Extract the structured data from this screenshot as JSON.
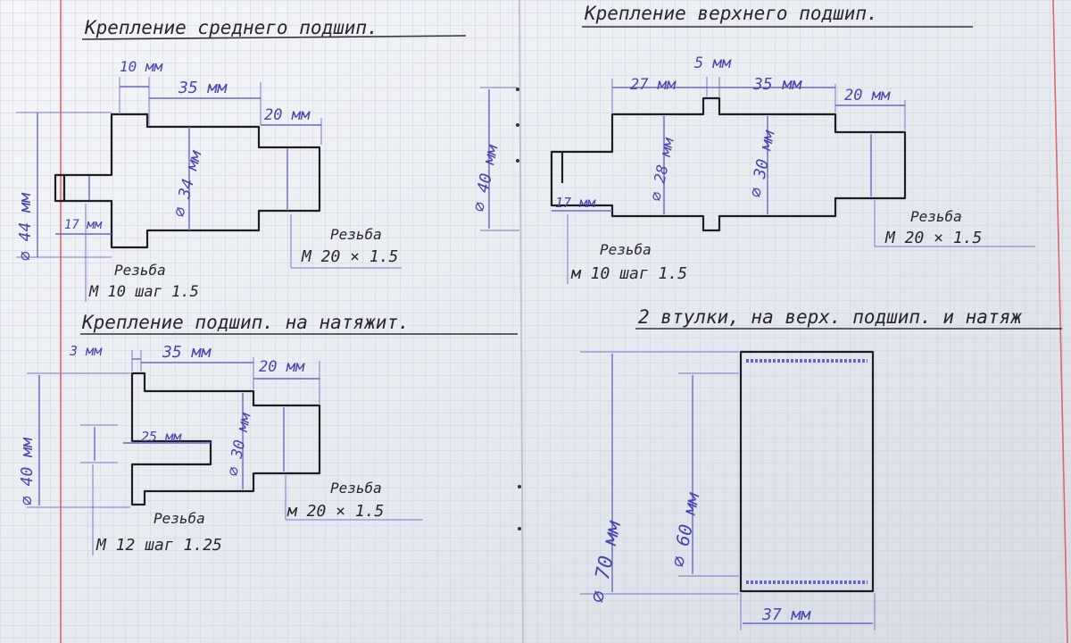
{
  "colors": {
    "paper": "#e9ecf1",
    "grid": "#c6cbd8",
    "margin_line": "#e0646e",
    "ink": "#1d1d24",
    "dimension_ink": "#6a66c8"
  },
  "titles": {
    "middle": "Крепление среднего подшип.",
    "upper": "Крепление верхнего подшип.",
    "tension": "Крепление подшип. на натяжит.",
    "bushings": "2 втулки, на верх. подшип. и натяж"
  },
  "middle": {
    "d10": "10 мм",
    "d35": "35 мм",
    "d20": "20 мм",
    "dia44": "∅ 44 мм",
    "dia34": "∅ 34 мм",
    "d17": "17 мм",
    "thread_left_1": "Резьба",
    "thread_left_2": "М 10 шаг 1.5",
    "thread_right_1": "Резьба",
    "thread_right_2": "М 20 × 1.5"
  },
  "upper": {
    "d5": "5 мм",
    "d27": "27 мм",
    "d35": "35 мм",
    "d20": "20 мм",
    "dia40": "∅ 40 мм",
    "dia28": "∅ 28 мм",
    "dia30": "∅ 30 мм",
    "d17": "17 мм",
    "thread_left_1": "Резьба",
    "thread_left_2": "м 10 шаг 1.5",
    "thread_right_1": "Резьба",
    "thread_right_2": "М 20 × 1.5"
  },
  "tension": {
    "d3": "3 мм",
    "d35": "35 мм",
    "d20": "20 мм",
    "dia40": "∅ 40 мм",
    "d25": "25 мм",
    "dia30": "∅ 30 мм",
    "thread_left_1": "Резьба",
    "thread_left_2": "М 12 шаг 1.25",
    "thread_right_1": "Резьба",
    "thread_right_2": "м 20 × 1.5"
  },
  "bushings": {
    "dia70": "∅ 70 мм",
    "dia60": "∅ 60 мм",
    "d37": "37 мм"
  }
}
